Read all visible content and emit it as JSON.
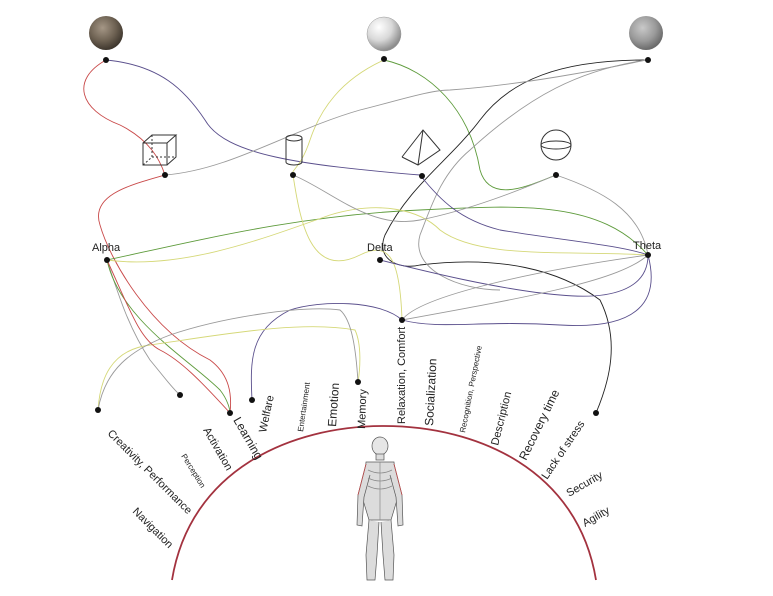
{
  "colors": {
    "arc": "#a3323f",
    "red": "#c94a4a",
    "purple": "#5a4f8c",
    "green": "#5e9b3c",
    "yellow": "#d5d878",
    "gray": "#9a9a9a",
    "black": "#222222"
  },
  "spheres": [
    "wood-texture-sphere",
    "white-glossy-sphere",
    "gray-stone-sphere"
  ],
  "solids": [
    "cube-icon",
    "cylinder-icon",
    "pyramid-icon",
    "sphere-wireframe-icon"
  ],
  "bands": {
    "alpha": "Alpha",
    "delta": "Delta",
    "theta": "Theta"
  },
  "outcomes": {
    "navigation": "Navigation",
    "creativity": "Creativity, Performance",
    "perception": "Perception",
    "activation": "Activation",
    "learning": "Learning",
    "welfare": "Welfare",
    "entertainment": "Entertainment",
    "emotion": "Emotion",
    "memory": "Memory",
    "relaxation": "Relaxation, Comfort",
    "socialization": "Socialization",
    "recognition": "Recognition, Perspective",
    "description": "Description",
    "recovery": "Recovery time",
    "stress": "Lack of stress",
    "security": "Security",
    "agility": "Agility"
  },
  "figure": "human-anatomy-figure"
}
